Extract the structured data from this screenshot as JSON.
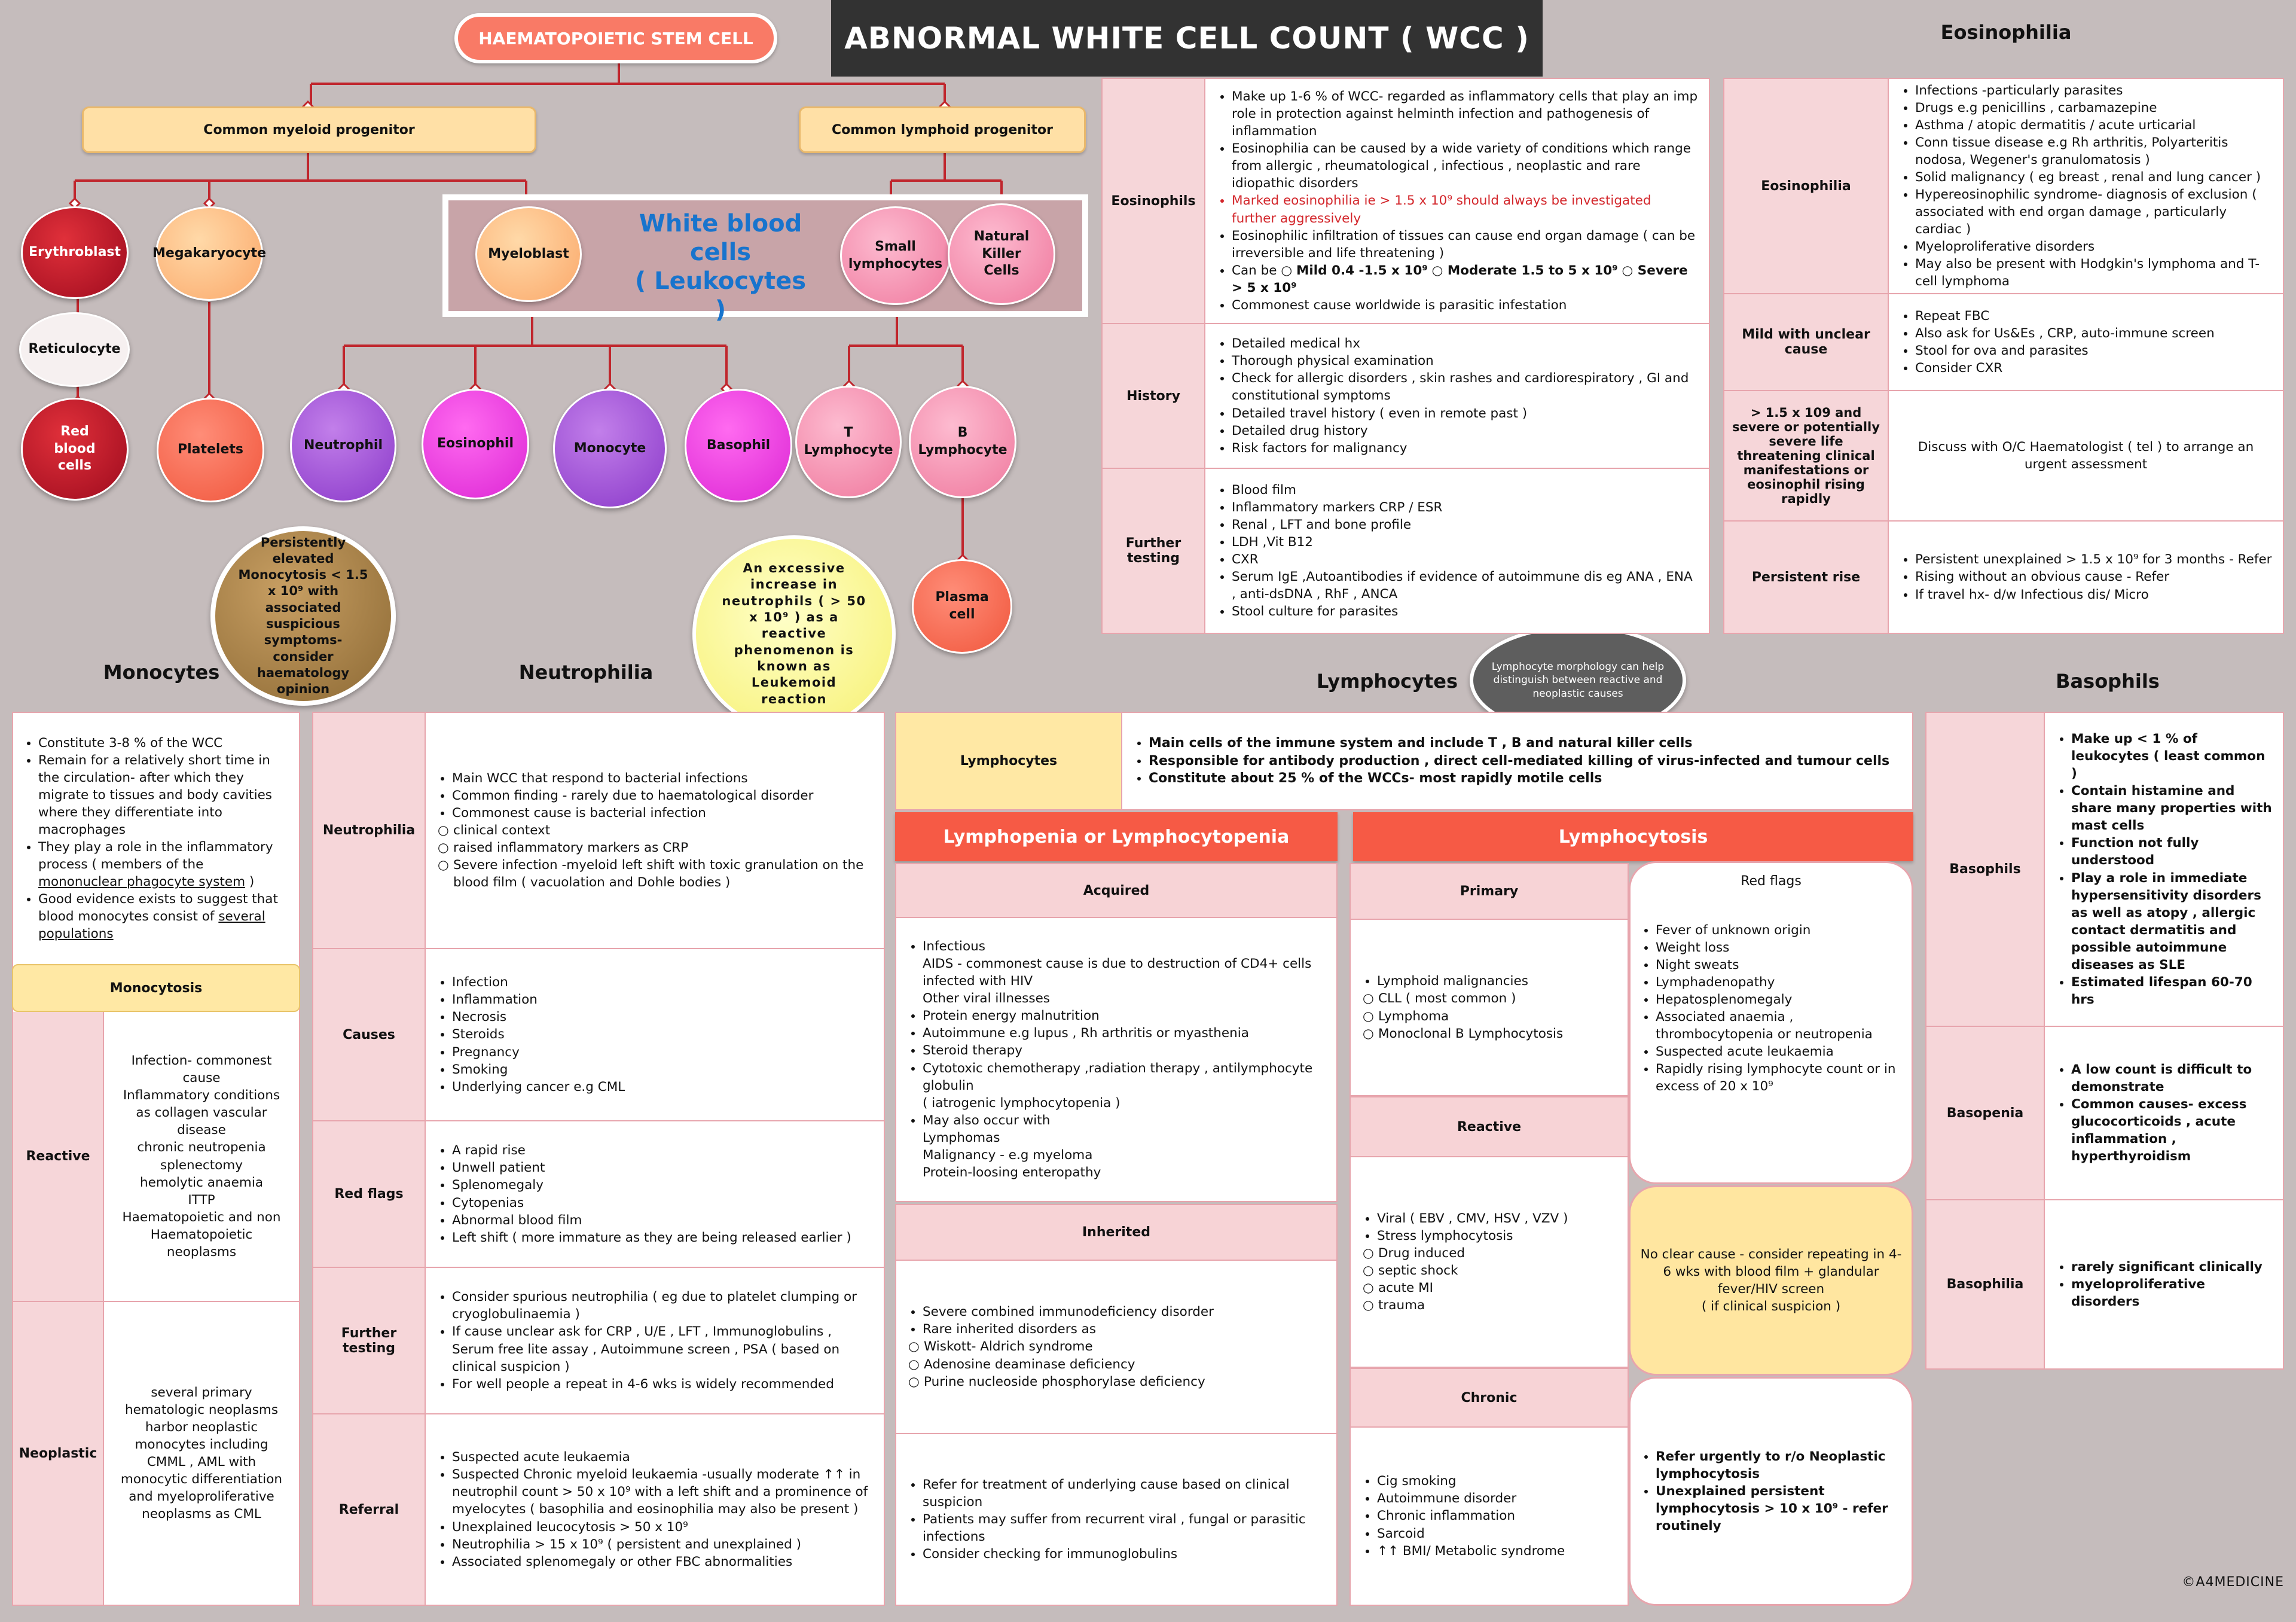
{
  "title": "ABNORMAL WHITE CELL COUNT ( WCC )",
  "tree": {
    "hsc": "HAEMATOPOIETIC STEM CELL",
    "myeloid": "Common myeloid progenitor",
    "lymphoid": "Common lymphoid progenitor",
    "wbc_line1": "White blood",
    "wbc_line2": "cells",
    "wbc_line3": "( Leukocytes )",
    "erythroblast": "Erythroblast",
    "reticulocyte": "Reticulocyte",
    "rbc": "Red blood cells",
    "megakaryocyte": "Megakaryocyte",
    "platelets": "Platelets",
    "myeloblast": "Myeloblast",
    "small_lymph": "Small lymphocytes",
    "nk": "Natural Killer Cells",
    "neutrophil": "Neutrophil",
    "eosinophil": "Eosinophil",
    "monocyte": "Monocyte",
    "basophil": "Basophil",
    "t_lymph": "T Lymphocyte",
    "b_lymph": "B Lymphocyte",
    "plasma": "Plasma cell",
    "mono_note": "Persistently elevated Monocytosis < 1.5 x 10⁹ with associated suspicious symptoms- consider haematology opinion",
    "leukemoid": "An excessive increase in neutrophils ( > 50 x 10⁹ ) as a reactive phenomenon is known as Leukemoid reaction",
    "lymph_morph": "Lymphocyte morphology can help distinguish between reactive and neoplastic causes"
  },
  "eos_main": {
    "label_eos": "Eosinophils",
    "eos_items": [
      "Make up 1-6 % of WCC- regarded as inflammatory cells that play an imp role in protection against helminth infection and pathogenesis of inflammation",
      "Eosinophilia can be caused by a wide variety of conditions which range from allergic , rheumatological , infectious , neoplastic and rare idiopathic disorders"
    ],
    "eos_red": "Marked eosinophilia ie > 1.5 x 10⁹ should always be investigated further aggressively",
    "eos_item3": "Eosinophilic infiltration of tissues can cause end organ damage ( can be irreversible and life threatening )",
    "eos_can_be": "Can be ○",
    "eos_mild": "Mild 0.4 -1.5 x 10⁹",
    "eos_mod": "○ Moderate 1.5 to 5 x 10⁹",
    "eos_sev": "○ Severe > 5 x 10⁹",
    "eos_item5": "Commonest cause worldwide is parasitic infestation",
    "label_hist": "History",
    "hist_items": [
      "Detailed medical hx",
      "Thorough physical examination",
      "Check for allergic disorders , skin rashes and cardiorespiratory , GI and constitutional symptoms",
      "Detailed travel history ( even in remote past )",
      "Detailed drug history",
      "Risk factors for malignancy"
    ],
    "label_further": "Further testing",
    "further_items": [
      "Blood film",
      "Inflammatory markers CRP / ESR",
      "Renal , LFT and bone profile",
      "LDH ,Vit B12",
      "CXR",
      "Serum IgE ,Autoantibodies if evidence of autoimmune dis eg ANA , ENA , anti-dsDNA , RhF , ANCA",
      "Stool culture for parasites"
    ]
  },
  "eosinophilia": {
    "title": "Eosinophilia",
    "label1": "Eosinophilia",
    "items1": [
      "Infections -particularly parasites",
      "Drugs e.g penicillins , carbamazepine",
      "Asthma / atopic dermatitis / acute urticarial",
      "Conn tissue disease e.g Rh arthritis, Polyarteritis nodosa, Wegener's granulomatosis )",
      "Solid malignancy ( eg breast , renal and lung cancer )",
      "Hypereosinophilic syndrome- diagnosis of exclusion ( associated with end organ damage , particularly cardiac )",
      "Myeloproliferative disorders",
      "May also be present with Hodgkin's lymphoma and T-cell lymphoma"
    ],
    "label2": "Mild with unclear cause",
    "items2": [
      "Repeat FBC",
      "Also ask for Us&Es , CRP, auto-immune screen",
      "Stool for ova and parasites",
      "Consider CXR"
    ],
    "label3": "> 1.5 x 109 and severe or potentially severe life threatening clinical manifestations or eosinophil rising rapidly",
    "text3": "Discuss with O/C Haematologist ( tel ) to arrange an urgent assessment",
    "label4": "Persistent rise",
    "items4": [
      "Persistent unexplained > 1.5 x 10⁹ for 3 months - Refer",
      "Rising without an obvious cause - Refer",
      "If travel hx- d/w Infectious dis/ Micro"
    ]
  },
  "monocytes": {
    "title": "Monocytes",
    "items": [
      "Constitute 3-8 % of  the WCC",
      "Remain for a relatively short time in the circulation- after which they migrate to tissues and body cavities where they differentiate into macrophages"
    ],
    "item3_a": "They play a role in the inflammatory process ( members of the ",
    "item3_u": "mononuclear phagocyte system",
    "item3_b": " )",
    "item4_a": "Good evidence exists to suggest that blood monocytes consist of ",
    "item4_u": "several populations",
    "monocytosis": "Monocytosis",
    "label_reactive": "Reactive",
    "reactive_lines": [
      "Infection- commonest cause",
      "Inflammatory conditions as collagen vascular disease",
      "chronic neutropenia",
      "splenectomy",
      "hemolytic anaemia",
      "ITTP",
      "Haematopoietic and non Haematopoietic neoplasms"
    ],
    "label_neoplastic": "Neoplastic",
    "neoplastic_text": "several primary hematologic neoplasms harbor neoplastic monocytes including CMML , AML with monocytic differentiation and myeloproliferative neoplasms as CML"
  },
  "neutrophilia": {
    "title": "Neutrophilia",
    "label1": "Neutrophilia",
    "items1": [
      "Main WCC that respond to bacterial infections",
      "Common finding - rarely due to haematological disorder",
      "Commonest cause is bacterial infection"
    ],
    "subs1": [
      "clinical context",
      "raised inflammatory markers as CRP",
      "Severe infection -myeloid left shift with toxic granulation on the blood film ( vacuolation and Dohle bodies )"
    ],
    "label2": "Causes",
    "items2": [
      "Infection",
      "Inflammation",
      "Necrosis",
      "Steroids",
      "Pregnancy",
      "Smoking",
      "Underlying cancer e.g CML"
    ],
    "label3": "Red flags",
    "items3": [
      "A rapid rise",
      "Unwell patient",
      "Splenomegaly",
      "Cytopenias",
      "Abnormal blood film",
      "Left shift ( more immature as they are being released earlier )"
    ],
    "label4": "Further testing",
    "items4": [
      "Consider spurious neutrophilia ( eg due to platelet clumping or cryoglobulinaemia )",
      "If cause unclear ask for CRP , U/E , LFT , Immunoglobulins , Serum free lite assay , Autoimmune screen , PSA ( based on clinical suspicion )",
      "For well people a repeat in 4-6 wks is widely recommended"
    ],
    "label5": "Referral",
    "items5": [
      "Suspected acute leukaemia",
      "Suspected Chronic myeloid leukaemia -usually moderate ↑↑ in neutrophil count > 50 x 10⁹ with a left shift and a prominence of myelocytes ( basophilia and eosinophilia may also be present )",
      "Unexplained leucocytosis > 50 x 10⁹",
      "Neutrophilia > 15 x 10⁹ ( persistent and unexplained )",
      "Associated splenomegaly or other FBC abnormalities"
    ]
  },
  "lymphocytes": {
    "title": "Lymphocytes",
    "label": "Lymphocytes",
    "items": [
      "Main cells of the immune system and include T , B and natural killer cells",
      "Responsible for antibody production , direct cell-mediated killing of virus-infected and tumour cells",
      "Constitute about 25 % of the WCCs- most rapidly motile cells"
    ],
    "penia_header": "Lymphopenia or Lymphocytopenia",
    "acquired": "Acquired",
    "acq_items": [
      "Infectious",
      "AIDS - commonest cause is due to destruction of CD4+ cells infected with HIV",
      "Other viral illnesses",
      "Protein energy malnutrition",
      "Autoimmune e.g lupus , Rh arthritis or myasthenia",
      "Steroid therapy",
      "Cytotoxic chemotherapy ,radiation therapy , antilymphocyte globulin",
      "( iatrogenic lymphocytopenia )",
      "May also occur with",
      "Lymphomas",
      "Malignancy - e.g myeloma",
      "Protein-loosing enteropathy"
    ],
    "inherited": "Inherited",
    "inh_items": [
      "Severe combined immunodeficiency disorder",
      "Rare inherited disorders as"
    ],
    "inh_subs": [
      "Wiskott- Aldrich syndrome",
      "Adenosine deaminase deficiency",
      "Purine nucleoside phosphorylase deficiency"
    ],
    "refer_items": [
      "Refer for treatment of underlying cause based on clinical suspicion",
      "Patients may suffer from recurrent viral , fungal or parasitic infections",
      "Consider checking for immunoglobulins"
    ],
    "cytosis_header": "Lymphocytosis",
    "primary": "Primary",
    "prim_items": [
      "Lymphoid malignancies"
    ],
    "prim_subs": [
      "CLL ( most common )",
      "Lymphoma",
      "Monoclonal B Lymphocytosis"
    ],
    "reactive": "Reactive",
    "react_items": [
      "Viral ( EBV , CMV, HSV , VZV )",
      "Stress lymphocytosis"
    ],
    "react_subs": [
      "Drug induced",
      "septic shock",
      "acute MI",
      "trauma"
    ],
    "chronic": "Chronic",
    "chron_items": [
      "Cig smoking",
      "Autoimmune disorder",
      "Chronic inflammation",
      "Sarcoid",
      "↑↑ BMI/ Metabolic syndrome"
    ],
    "red_flags_title": "Red flags",
    "red_flags": [
      "Fever of unknown origin",
      "Weight loss",
      "Night sweats",
      "Lymphadenopathy",
      "Hepatosplenomegaly",
      "Associated anaemia , thrombocytopenia or neutropenia",
      "Suspected acute leukaemia",
      "Rapidly rising lymphocyte count or in excess of 20 x 10⁹"
    ],
    "no_clear": "No clear cause - consider repeating in 4-6 wks with blood film + glandular fever/HIV screen",
    "no_clear2": "( if clinical suspicion )",
    "refer_urgent": [
      "Refer urgently to r/o Neoplastic lymphocytosis",
      "Unexplained persistent lymphocytosis > 10 x 10⁹ - refer routinely"
    ]
  },
  "basophils": {
    "title": "Basophils",
    "label1": "Basophils",
    "items1": [
      "Make up < 1 % of leukocytes ( least common )",
      "Contain histamine and share many properties with mast cells",
      "Function not fully understood",
      "Play a role in immediate hypersensitivity disorders as well as atopy , allergic contact dermatitis and possible autoimmune diseases as SLE",
      "Estimated lifespan 60-70 hrs"
    ],
    "label2": "Basopenia",
    "items2": [
      "A low count is difficult to demonstrate",
      "Common causes- excess glucocorticoids , acute inflammation , hyperthyroidism"
    ],
    "label3": "Basophilia",
    "items3": [
      "rarely significant clinically",
      "myeloproliferative disorders"
    ]
  },
  "copyright": "©A4MEDICINE"
}
